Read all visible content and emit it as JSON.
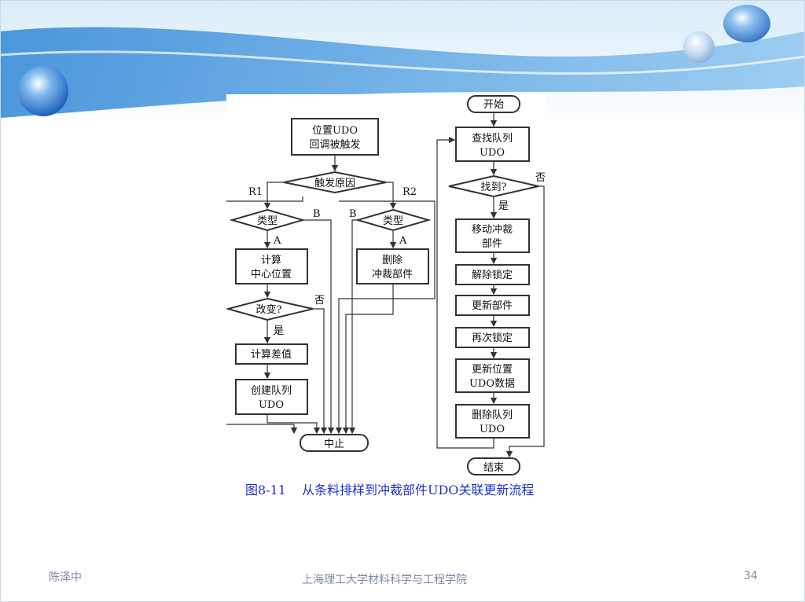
{
  "diagram": {
    "nodes": {
      "start": "开始",
      "find_queue": [
        "查找队列",
        "UDO"
      ],
      "found": "找到?",
      "move": [
        "移动冲裁",
        "部件"
      ],
      "unlock": "解除锁定",
      "update_part": "更新部件",
      "relock": "再次锁定",
      "update_pos": [
        "更新位置",
        "UDO数据"
      ],
      "delete_queue": [
        "删除队列",
        "UDO"
      ],
      "end": "结束",
      "udo_cb": [
        "位置UDO",
        "回调被触发"
      ],
      "reason": "触发原因",
      "type_left": "类型",
      "type_right": "类型",
      "calc_center": [
        "计算",
        "中心位置"
      ],
      "delete_part": [
        "删除",
        "冲裁部件"
      ],
      "changed": "改变?",
      "calc_diff": "计算差值",
      "create_queue": [
        "创建队列",
        "UDO"
      ],
      "abort": "中止"
    },
    "edge_labels": {
      "r1": "R1",
      "r2": "R2",
      "b_left": "B",
      "b_right": "B",
      "a_left": "A",
      "a_right": "A",
      "no_changed": "否",
      "yes_changed": "是",
      "no_found": "否",
      "yes_found": "是"
    }
  },
  "caption": {
    "number": "图8-11",
    "text": "从条料排样到冲裁部件UDO关联更新流程"
  },
  "footer": {
    "author": "陈泽中",
    "institution": "上海理工大学材料科学与工程学院",
    "page": "34"
  }
}
